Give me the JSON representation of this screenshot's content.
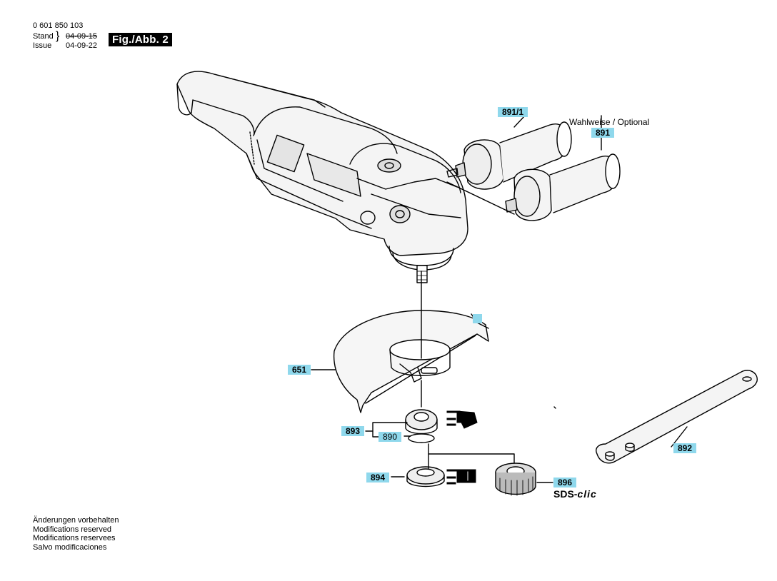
{
  "header": {
    "part_number": "0 601 850 103",
    "stand_label": "Stand",
    "stand_date_old": "04-09-15",
    "issue_label": "Issue",
    "issue_date": "04-09-22",
    "figure_label": "Fig./Abb. 2"
  },
  "callouts": {
    "c891_1": "891/1",
    "optional_note": "Wahlweise / Optional",
    "c891": "891",
    "c651": "651",
    "c893": "893",
    "c890": "890",
    "c894": "894",
    "c896": "896",
    "sds_prefix": "SDS-",
    "sds_suffix": "clic",
    "c892": "892"
  },
  "footer": {
    "lines": [
      "Änderungen vorbehalten",
      "Modifications reserved",
      "Modifications reservees",
      "Salvo modificaciones"
    ]
  },
  "colors": {
    "callout_bg": "#8fd8ec",
    "ink": "#000000"
  }
}
